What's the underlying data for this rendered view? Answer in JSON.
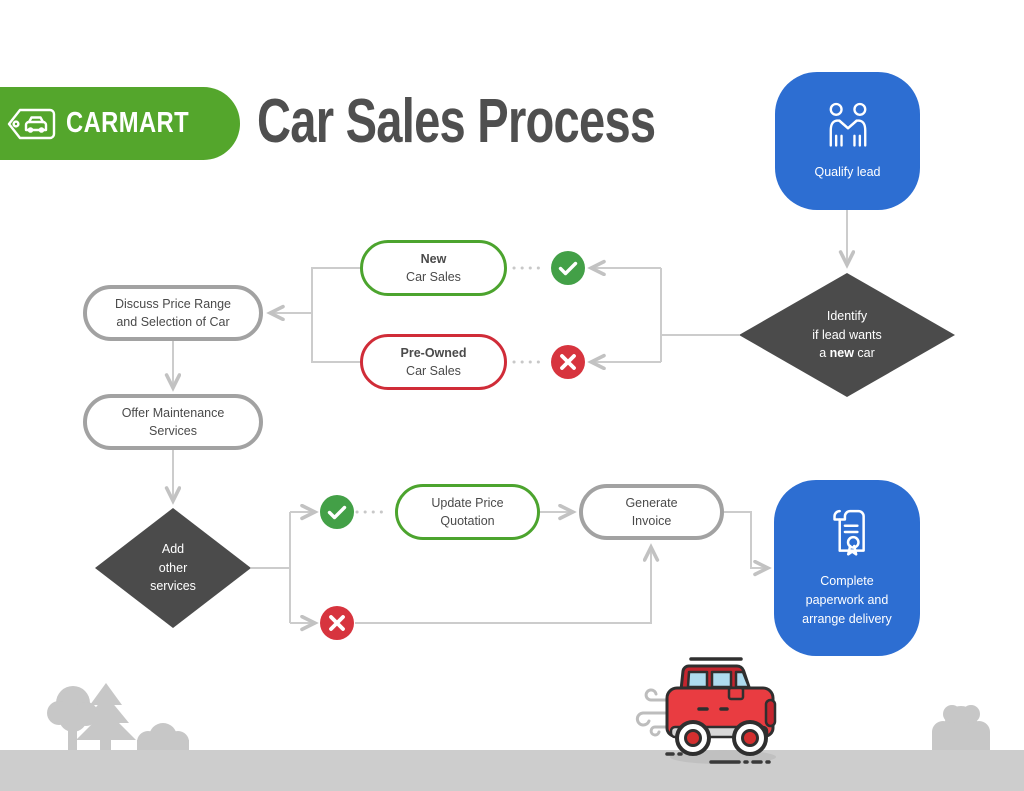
{
  "brand": {
    "name": "CARMART",
    "logo_icon": "car-tag-icon",
    "color": "#54a62c"
  },
  "title": "Car Sales Process",
  "colors": {
    "green": "#4ca42e",
    "green_circle": "#43a047",
    "red": "#d02c38",
    "red_circle": "#d7343e",
    "blue": "#2d6ed2",
    "dark": "#4b4b4b",
    "connector": "#c9c9c9",
    "node_border": "#a2a2a2",
    "ground": "#cdcdcd"
  },
  "nodes": {
    "qualify_lead": {
      "label": "Qualify lead",
      "icon": "handshake-icon"
    },
    "identify_lead": {
      "lines": [
        "Identify",
        "if lead wants"
      ],
      "line3_pre": "a",
      "line3_bold": "new",
      "line3_post": "car"
    },
    "new_car_sales": {
      "lines": [
        "New",
        "Car Sales"
      ]
    },
    "pre_owned_sales": {
      "lines": [
        "Pre-Owned",
        "Car Sales"
      ]
    },
    "discuss_price": {
      "lines": [
        "Discuss Price Range",
        "and Selection of Car"
      ]
    },
    "offer_maintenance": {
      "lines": [
        "Offer Maintenance",
        "Services"
      ]
    },
    "add_services": {
      "lines": [
        "Add",
        "other",
        "services"
      ]
    },
    "update_quotation": {
      "lines": [
        "Update Price",
        "Quotation"
      ]
    },
    "generate_invoice": {
      "lines": [
        "Generate",
        "Invoice"
      ]
    },
    "complete_paperwork": {
      "lines": [
        "Complete",
        "paperwork and",
        "arrange delivery"
      ],
      "icon": "certificate-icon"
    }
  },
  "decisions": {
    "yes_icon": "check-icon",
    "no_icon": "cross-icon"
  }
}
